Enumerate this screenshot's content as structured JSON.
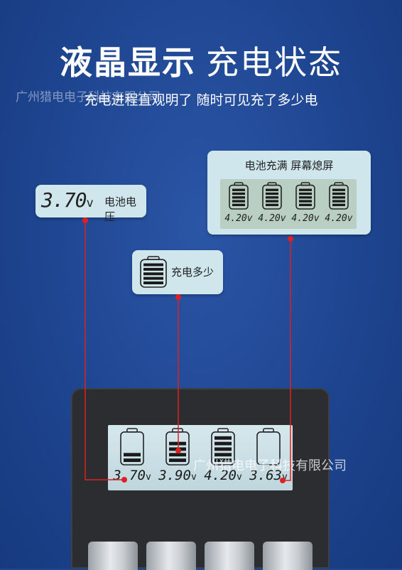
{
  "header": {
    "title_bold": "液晶显示",
    "title_light": "充电状态",
    "subtitle": "充电进程直观明了 随时可见充了多少电"
  },
  "watermark": {
    "top": "广州猎电电子科技有限公司",
    "middle": "广州猎电电子科技有限公司"
  },
  "callouts": {
    "voltage": {
      "value": "3.70",
      "unit": "v",
      "label": "电池电压"
    },
    "charge": {
      "label": "充电多少",
      "bars": 5
    },
    "full": {
      "label": "电池充满 屏幕熄屏",
      "cells": [
        {
          "voltage": "4.20v",
          "bars": 5
        },
        {
          "voltage": "4.20v",
          "bars": 5
        },
        {
          "voltage": "4.20v",
          "bars": 5
        },
        {
          "voltage": "4.20v",
          "bars": 5
        }
      ]
    }
  },
  "device": {
    "cells": [
      {
        "value": "3.70",
        "unit": "v",
        "bars": 2
      },
      {
        "value": "3.90",
        "unit": "v",
        "bars": 4
      },
      {
        "value": "4.20",
        "unit": "v",
        "bars": 5
      },
      {
        "value": "3.63",
        "unit": "v",
        "bars": 0
      }
    ]
  },
  "colors": {
    "background": "#1f4791",
    "callout_bg": "#cfe6ec",
    "pointer": "#e02020",
    "device_body": "#2b2d31"
  }
}
